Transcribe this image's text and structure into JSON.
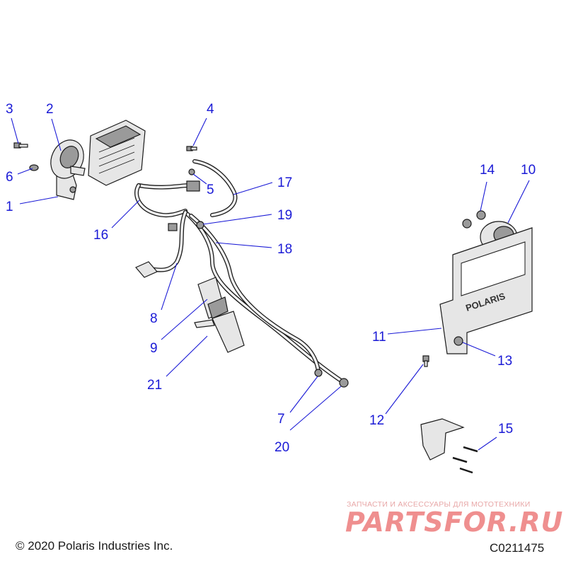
{
  "diagram": {
    "callouts": [
      {
        "id": "3",
        "label": "3"
      },
      {
        "id": "2",
        "label": "2"
      },
      {
        "id": "6",
        "label": "6"
      },
      {
        "id": "1",
        "label": "1"
      },
      {
        "id": "4",
        "label": "4"
      },
      {
        "id": "5",
        "label": "5"
      },
      {
        "id": "17",
        "label": "17"
      },
      {
        "id": "16",
        "label": "16"
      },
      {
        "id": "19",
        "label": "19"
      },
      {
        "id": "18",
        "label": "18"
      },
      {
        "id": "8",
        "label": "8"
      },
      {
        "id": "9",
        "label": "9"
      },
      {
        "id": "21",
        "label": "21"
      },
      {
        "id": "7",
        "label": "7"
      },
      {
        "id": "20",
        "label": "20"
      },
      {
        "id": "14",
        "label": "14"
      },
      {
        "id": "10",
        "label": "10"
      },
      {
        "id": "11",
        "label": "11"
      },
      {
        "id": "13",
        "label": "13"
      },
      {
        "id": "12",
        "label": "12"
      },
      {
        "id": "15",
        "label": "15"
      }
    ],
    "bracket_text": "POLARIS"
  },
  "footer": {
    "copyright": "© 2020 Polaris Industries Inc.",
    "diagram_code": "C0211475"
  },
  "watermark": {
    "tagline": "ЗАПЧАСТИ И АКСЕССУАРЫ ДЛЯ МОТОТЕХНИКИ",
    "logo": "PARTSFOR.RU"
  },
  "colors": {
    "callout": "#1a1ad6",
    "line": "#1a1a1a",
    "watermark": "#ef8f8f"
  }
}
